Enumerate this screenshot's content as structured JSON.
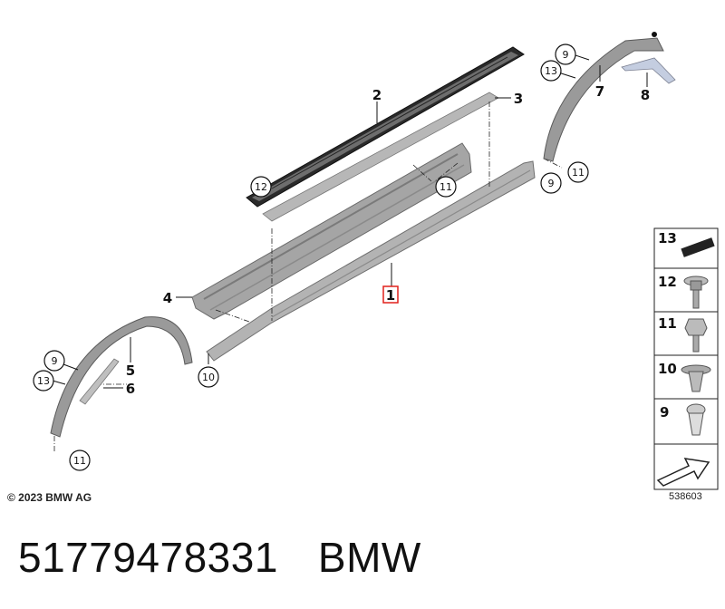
{
  "diagram": {
    "labels": {
      "p1": "1",
      "p2": "2",
      "p3": "3",
      "p4": "4",
      "p5": "5",
      "p6": "6",
      "p7": "7",
      "p8": "8",
      "c9a": "9",
      "c9b": "9",
      "c9c": "9",
      "c10": "10",
      "c11a": "11",
      "c11b": "11",
      "c11c": "11",
      "c12": "12",
      "c13a": "13",
      "c13b": "13"
    },
    "legend": [
      "13",
      "12",
      "11",
      "10",
      "9"
    ],
    "highlight_color": "#e0201b"
  },
  "footer": {
    "copyright": "© 2023 BMW AG",
    "diagram_code": "538603"
  },
  "caption": {
    "part_number": "51779478331",
    "brand": "BMW"
  }
}
